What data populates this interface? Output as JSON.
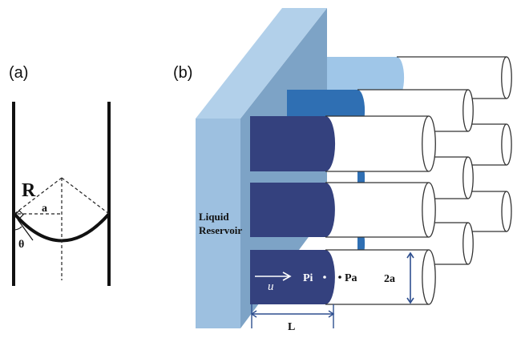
{
  "panel_a": {
    "label": "(a)",
    "R_label": "R",
    "a_label": "a",
    "theta_label": "θ"
  },
  "panel_b": {
    "label": "(b)",
    "reservoir_line1": "Liquid",
    "reservoir_line2": "Reservoir",
    "flow_symbol": "u",
    "pi_label": "Pi",
    "pa_label": "Pa",
    "diameter_label": "2a",
    "length_label": "L"
  },
  "colors": {
    "reservoir_front": "#9dc0e0",
    "reservoir_side": "#7da3c6",
    "liquid_dark": "#34417e",
    "liquid_mid": "#2f6fb3",
    "liquid_light": "#9fc6e8",
    "tube_outline": "#333333",
    "dimension_line": "#2e4f8f"
  }
}
